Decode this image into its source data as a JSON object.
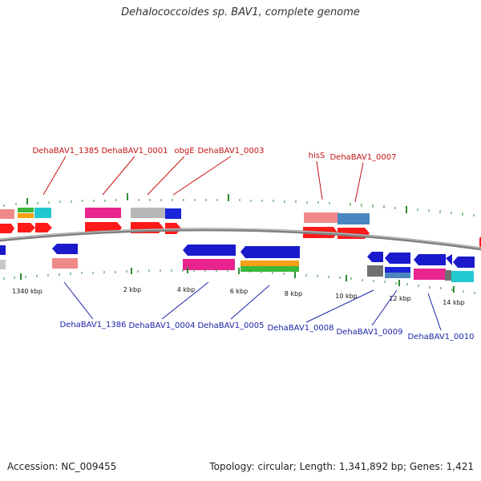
{
  "title": "Dehalococcoides sp. BAV1, complete genome",
  "footer": {
    "accession": "Accession: NC_009455",
    "topology": "Topology: circular; Length: 1,341,892 bp; Genes: 1,421"
  },
  "colors": {
    "backbone": "#808080",
    "tick": "#2e8b2e",
    "forward_label": "#c41414",
    "reverse_label": "#1c24a8",
    "forward_cds": "#ff1a1a",
    "reverse_cds": "#1a1acc"
  },
  "position_labels": [
    "1340 kbp",
    "2 kbp",
    "4 kbp",
    "6 kbp",
    "8 kbp",
    "10 kbp",
    "12 kbp",
    "14 kbp"
  ],
  "top_labels": [
    "DehaBAV1_1385",
    "DehaBAV1_0001",
    "obgE",
    "DehaBAV1_0003",
    "hisS",
    "DehaBAV1_0007"
  ],
  "bottom_labels": [
    "DehaBAV1_1386",
    "DehaBAV1_0004",
    "DehaBAV1_0005",
    "DehaBAV1_0008",
    "DehaBAV1_0009",
    "DehaBAV1_0010"
  ]
}
